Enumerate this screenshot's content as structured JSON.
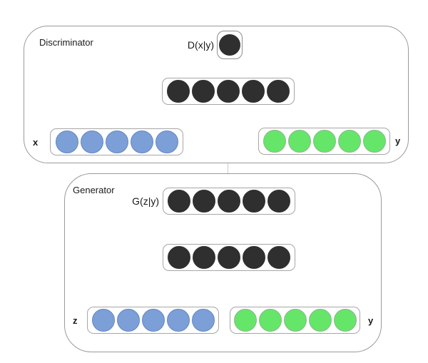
{
  "diagram": {
    "title_hint": "Conditional GAN architecture",
    "discriminator": {
      "label": "Discriminator",
      "output_label": "D(x|y)",
      "layers": {
        "output": {
          "count": 1,
          "color": "dark"
        },
        "hidden": {
          "count": 5,
          "color": "dark"
        },
        "x_input": {
          "label": "x",
          "count": 5,
          "color": "blue"
        },
        "y_input": {
          "label": "y",
          "count": 5,
          "color": "green"
        }
      }
    },
    "generator": {
      "label": "Generator",
      "output_label": "G(z|y)",
      "layers": {
        "output": {
          "count": 5,
          "color": "dark"
        },
        "hidden": {
          "count": 5,
          "color": "dark"
        },
        "z_input": {
          "label": "z",
          "count": 5,
          "color": "blue"
        },
        "y_input": {
          "label": "y",
          "count": 5,
          "color": "green"
        }
      }
    },
    "colors": {
      "dark_node": "#2f2f2f",
      "dark_node_border": "#2f2f2f",
      "blue_node": "#7d9fd8",
      "blue_node_border": "#6286c2",
      "green_node": "#65e669",
      "green_node_border": "#8cb58c",
      "box_border": "#9a9a9a",
      "connector": "#7d7d7d",
      "faint_connector": "#cccccc"
    }
  }
}
